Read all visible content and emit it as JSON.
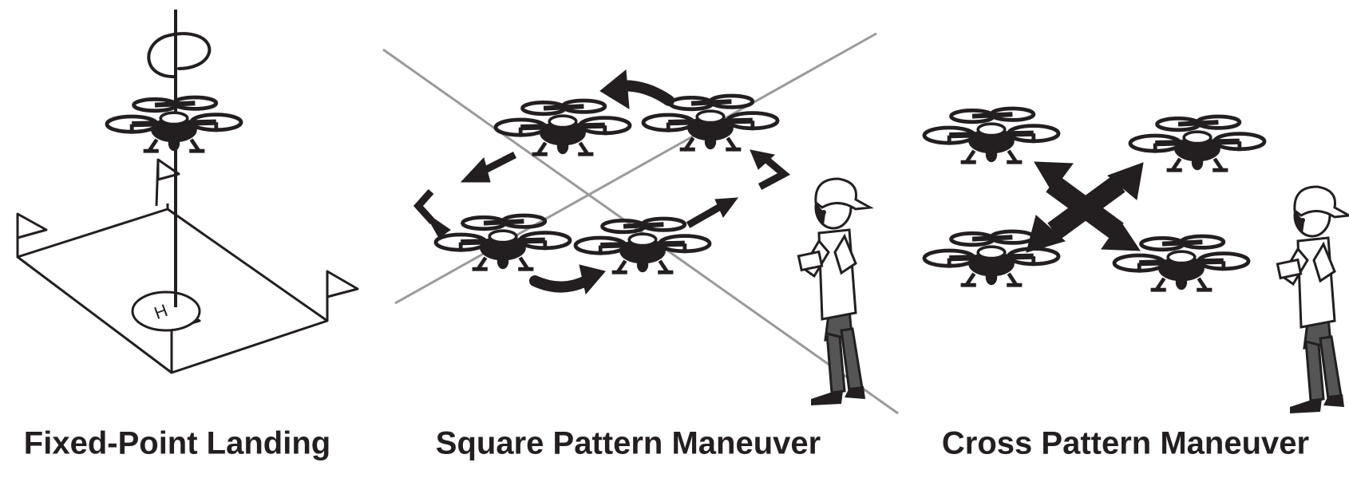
{
  "captions": {
    "fixed_point": "Fixed-Point Landing",
    "square": "Square Pattern Maneuver",
    "cross": "Cross Pattern Maneuver"
  },
  "helipad_label": "H",
  "colors": {
    "ink": "#231f20",
    "guide_line": "#9a9a9a",
    "pants": "#555555"
  }
}
